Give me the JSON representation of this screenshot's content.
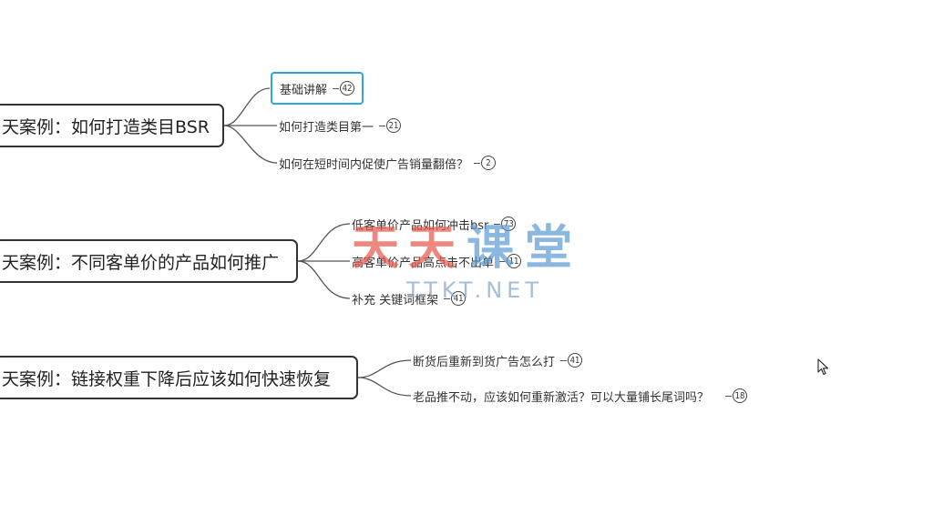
{
  "branches": [
    {
      "title": "天案例：如何打造类目BSR",
      "children": [
        {
          "label": "基础讲解",
          "count": "42",
          "selected": true
        },
        {
          "label": "如何打造类目第一",
          "count": "21"
        },
        {
          "label": "如何在短时间内促使广告销量翻倍？",
          "count": "2"
        }
      ]
    },
    {
      "title": "天案例：不同客单价的产品如何推广",
      "children": [
        {
          "label": "低客单价产品如何冲击bsr",
          "count": "73"
        },
        {
          "label": "高客单价产品高点击不出单",
          "count": "11"
        },
        {
          "label": "补充 关键词框架",
          "count": "41"
        }
      ]
    },
    {
      "title": "天案例：链接权重下降后应该如何快速恢复",
      "children": [
        {
          "label": "断货后重新到货广告怎么打",
          "count": "41"
        },
        {
          "label": "老品推不动，应该如何重新激活？可以大量铺长尾词吗？",
          "count": "18"
        }
      ]
    }
  ],
  "watermark": {
    "chars": [
      "天",
      "天",
      "课",
      "堂"
    ],
    "char_colors": [
      "#e85a4f",
      "#e85a4f",
      "#5b9bd5",
      "#5b9bd5"
    ],
    "subtitle": "TTKT.NET"
  },
  "colors": {
    "connector": "#555555",
    "border": "#333333",
    "selected_border": "#2ea6e0"
  }
}
